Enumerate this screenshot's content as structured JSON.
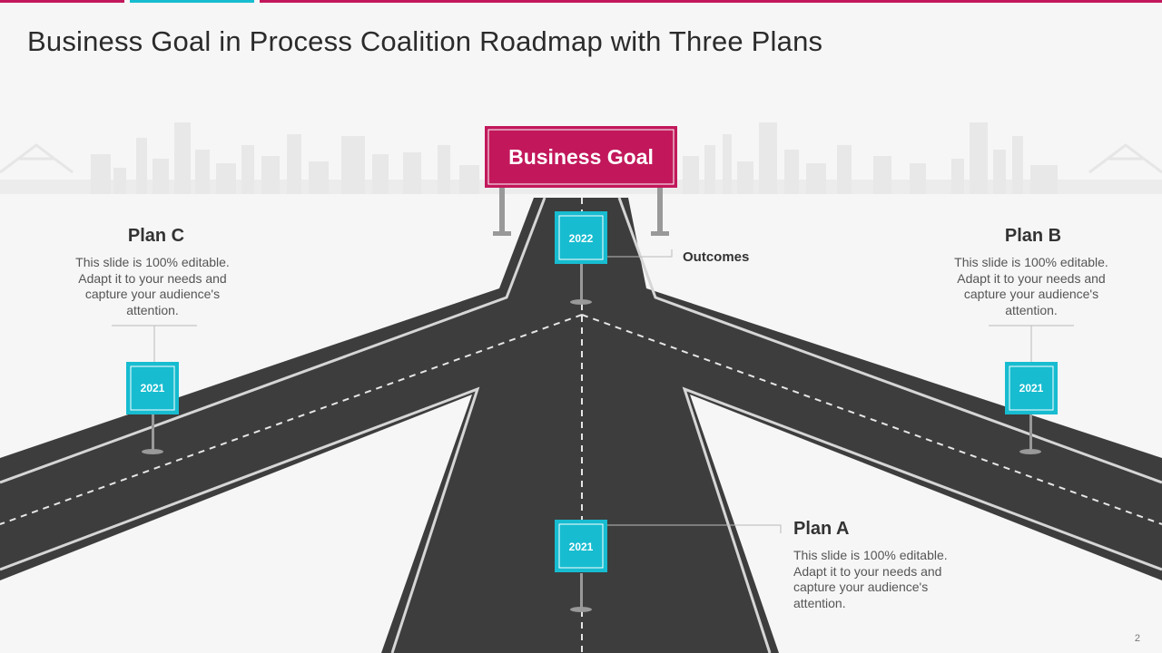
{
  "title": "Business Goal in Process Coalition Roadmap with Three Plans",
  "colors": {
    "accent_pink": "#c2185b",
    "accent_teal": "#17bcd0",
    "road": "#3d3d3d",
    "pole": "#999999"
  },
  "goal_sign": {
    "label": "Business Goal"
  },
  "outcomes_label": "Outcomes",
  "plans": {
    "c": {
      "title": "Plan C",
      "description": "This slide is 100% editable. Adapt it to your needs and capture your audience's attention.",
      "year": "2021"
    },
    "b": {
      "title": "Plan B",
      "description": "This slide is 100% editable. Adapt it to your needs and capture your audience's attention.",
      "year": "2021"
    },
    "a": {
      "title": "Plan A",
      "description": "This slide is 100% editable. Adapt it to your needs and capture your audience's attention.",
      "year": "2021"
    }
  },
  "center_sign": {
    "year": "2022"
  },
  "page_number": "2"
}
